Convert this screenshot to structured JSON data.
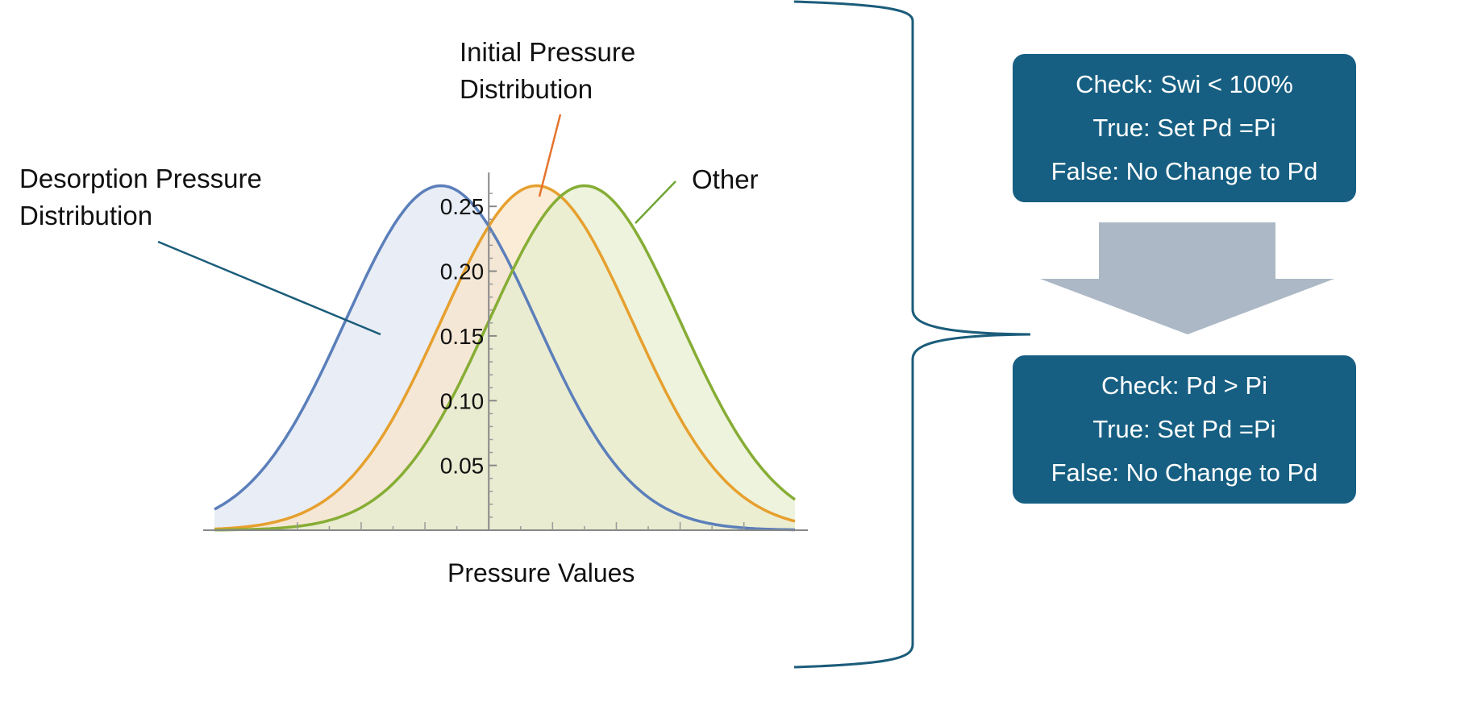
{
  "chart_data": {
    "type": "area",
    "xlabel": "Pressure Values",
    "ylabel": "",
    "ylim": [
      0,
      0.27
    ],
    "yticks": [
      0.05,
      0.1,
      0.15,
      0.2,
      0.25
    ],
    "ytick_labels": [
      "0.05",
      "0.10",
      "0.15",
      "0.20",
      "0.25"
    ],
    "grid": false,
    "x_tick_labels_shown": false,
    "series": [
      {
        "name": "Desorption Pressure Distribution",
        "mean": -0.75,
        "sd": 1.5,
        "color": "#5b7fba",
        "fill": "#dfe6f2"
      },
      {
        "name": "Initial Pressure Distribution",
        "mean": 0.75,
        "sd": 1.5,
        "color": "#e6a02e",
        "fill": "#f9e5c8"
      },
      {
        "name": "Other",
        "mean": 1.5,
        "sd": 1.5,
        "color": "#86ad35",
        "fill": "#e6efd0"
      }
    ]
  },
  "labels": {
    "desorption": [
      "Desorption Pressure",
      "Distribution"
    ],
    "initial": [
      "Initial Pressure",
      "Distribution"
    ],
    "other": "Other"
  },
  "callout_colors": {
    "desorption": "#1b5c7a",
    "initial": "#e5732a",
    "other": "#6fa635"
  },
  "flow": {
    "box1": [
      "Check: Swi < 100%",
      "True: Set Pd =Pi",
      "False: No Change to Pd"
    ],
    "box2": [
      "Check: Pd > Pi",
      "True: Set Pd =Pi",
      "False: No Change to Pd"
    ],
    "box_color": "#165f82",
    "arrow_color": "#acb8c5",
    "brace_color": "#1b5c7a"
  }
}
